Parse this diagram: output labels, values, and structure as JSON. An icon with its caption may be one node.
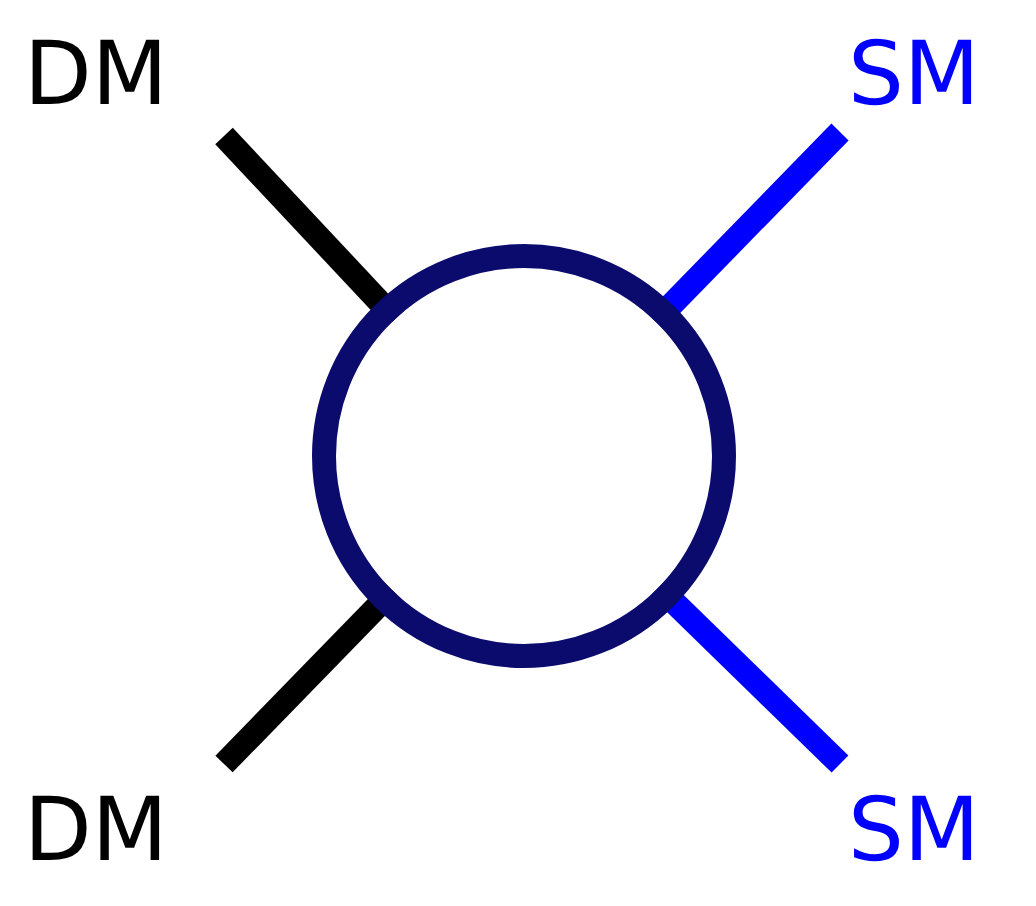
{
  "diagram": {
    "nodes": [
      {
        "text": [
          "DM"
        ]
      },
      {
        "text": [
          "SM"
        ]
      },
      {
        "text": [],
        "shape": "circle"
      },
      {
        "text": [
          "DM"
        ]
      },
      {
        "text": [
          "SM"
        ]
      }
    ],
    "edges": [
      {
        "from": 0,
        "to": 2,
        "arrow": "none",
        "color": "#000000"
      },
      {
        "from": 1,
        "to": 2,
        "arrow": "none",
        "color": "#0000ff"
      },
      {
        "from": 3,
        "to": 2,
        "arrow": "none",
        "color": "#000000"
      },
      {
        "from": 4,
        "to": 2,
        "arrow": "none",
        "color": "#0000ff"
      }
    ]
  }
}
